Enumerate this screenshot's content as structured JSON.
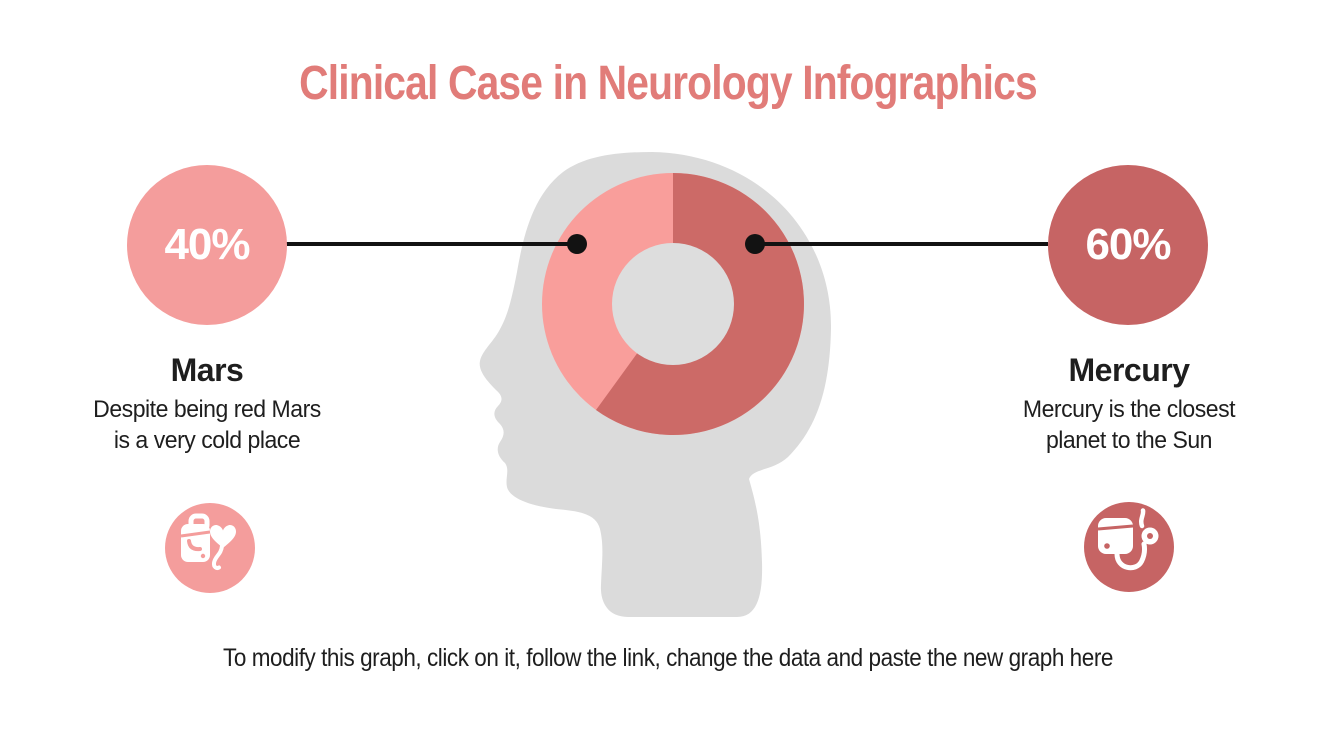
{
  "title": "Clinical Case in Neurology Infographics",
  "colors": {
    "title_text": "#E17C79",
    "light_pink": "#F49D9C",
    "dark_red": "#C66464",
    "donut_light_pink": "#F99E9B",
    "donut_dark_red": "#CC6A67",
    "head_gray": "#DBDBDB",
    "donut_hole_gray": "#DDDDDD",
    "connector_black": "#121212",
    "body_text": "#1E1E1E",
    "percent_text": "#FFFFFF"
  },
  "chart_data": {
    "type": "pie",
    "subtype": "donut",
    "title": "Clinical Case in Neurology Infographics",
    "categories": [
      "Mercury",
      "Mars"
    ],
    "values": [
      60,
      40
    ],
    "value_labels": [
      "60%",
      "40%"
    ],
    "colors": [
      "#CC6A67",
      "#F99E9B"
    ],
    "start_angle_deg": 0,
    "direction": "clockwise",
    "legend": "none",
    "annotations": [
      {
        "label": "Mars",
        "value": "40%",
        "description": "Despite being red Mars is a very cold place",
        "side": "left"
      },
      {
        "label": "Mercury",
        "value": "60%",
        "description": "Mercury is the closest planet to the Sun",
        "side": "right"
      }
    ]
  },
  "left_callout": {
    "percent": "40%",
    "name": "Mars",
    "desc_line1": "Despite being red Mars",
    "desc_line2": "is a very cold place",
    "icon": "medical-bag-heart-icon"
  },
  "right_callout": {
    "percent": "60%",
    "name": "Mercury",
    "desc_line1": "Mercury is the closest",
    "desc_line2": "planet to the Sun",
    "icon": "stethoscope-monitor-icon"
  },
  "footer": {
    "text": "To modify this graph, click on it, follow the link, change the data and paste the new graph here"
  }
}
